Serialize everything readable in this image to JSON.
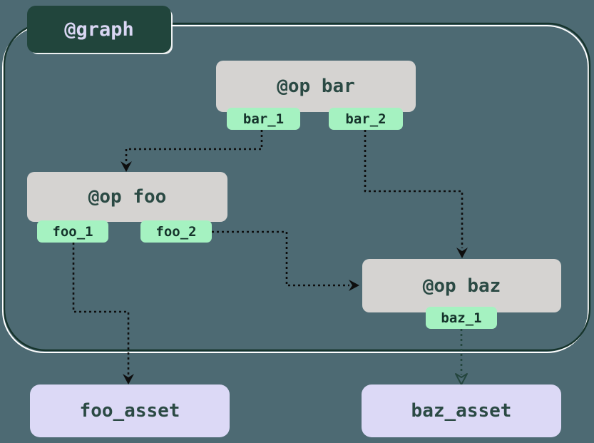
{
  "diagram": {
    "graph": {
      "label": "@graph"
    },
    "ops": [
      {
        "id": "bar",
        "label": "@op bar",
        "outputs": [
          "bar_1",
          "bar_2"
        ]
      },
      {
        "id": "foo",
        "label": "@op foo",
        "outputs": [
          "foo_1",
          "foo_2"
        ]
      },
      {
        "id": "baz",
        "label": "@op baz",
        "outputs": [
          "baz_1"
        ]
      }
    ],
    "assets": [
      {
        "id": "foo_asset",
        "label": "foo_asset"
      },
      {
        "id": "baz_asset",
        "label": "baz_asset"
      }
    ],
    "connections": [
      {
        "from": "bar_1",
        "to": "foo"
      },
      {
        "from": "bar_2",
        "to": "baz"
      },
      {
        "from": "foo_2",
        "to": "baz"
      },
      {
        "from": "foo_1",
        "to": "foo_asset"
      },
      {
        "from": "baz_1",
        "to": "baz_asset"
      }
    ],
    "colors": {
      "background": "#4d6a73",
      "graph_fill": "#21453c",
      "graph_text": "#d9d6f3",
      "op_fill": "#d5d3d1",
      "op_text": "#2b4a44",
      "output_fill": "#a5f2c1",
      "output_text": "#15332b",
      "asset_fill": "#dcd9f6",
      "asset_text": "#2b4a44",
      "border_dark": "#16342c",
      "border_light": "#ffffff",
      "edge_dark": "#0e0e0e",
      "edge_teal": "#24463e"
    }
  }
}
